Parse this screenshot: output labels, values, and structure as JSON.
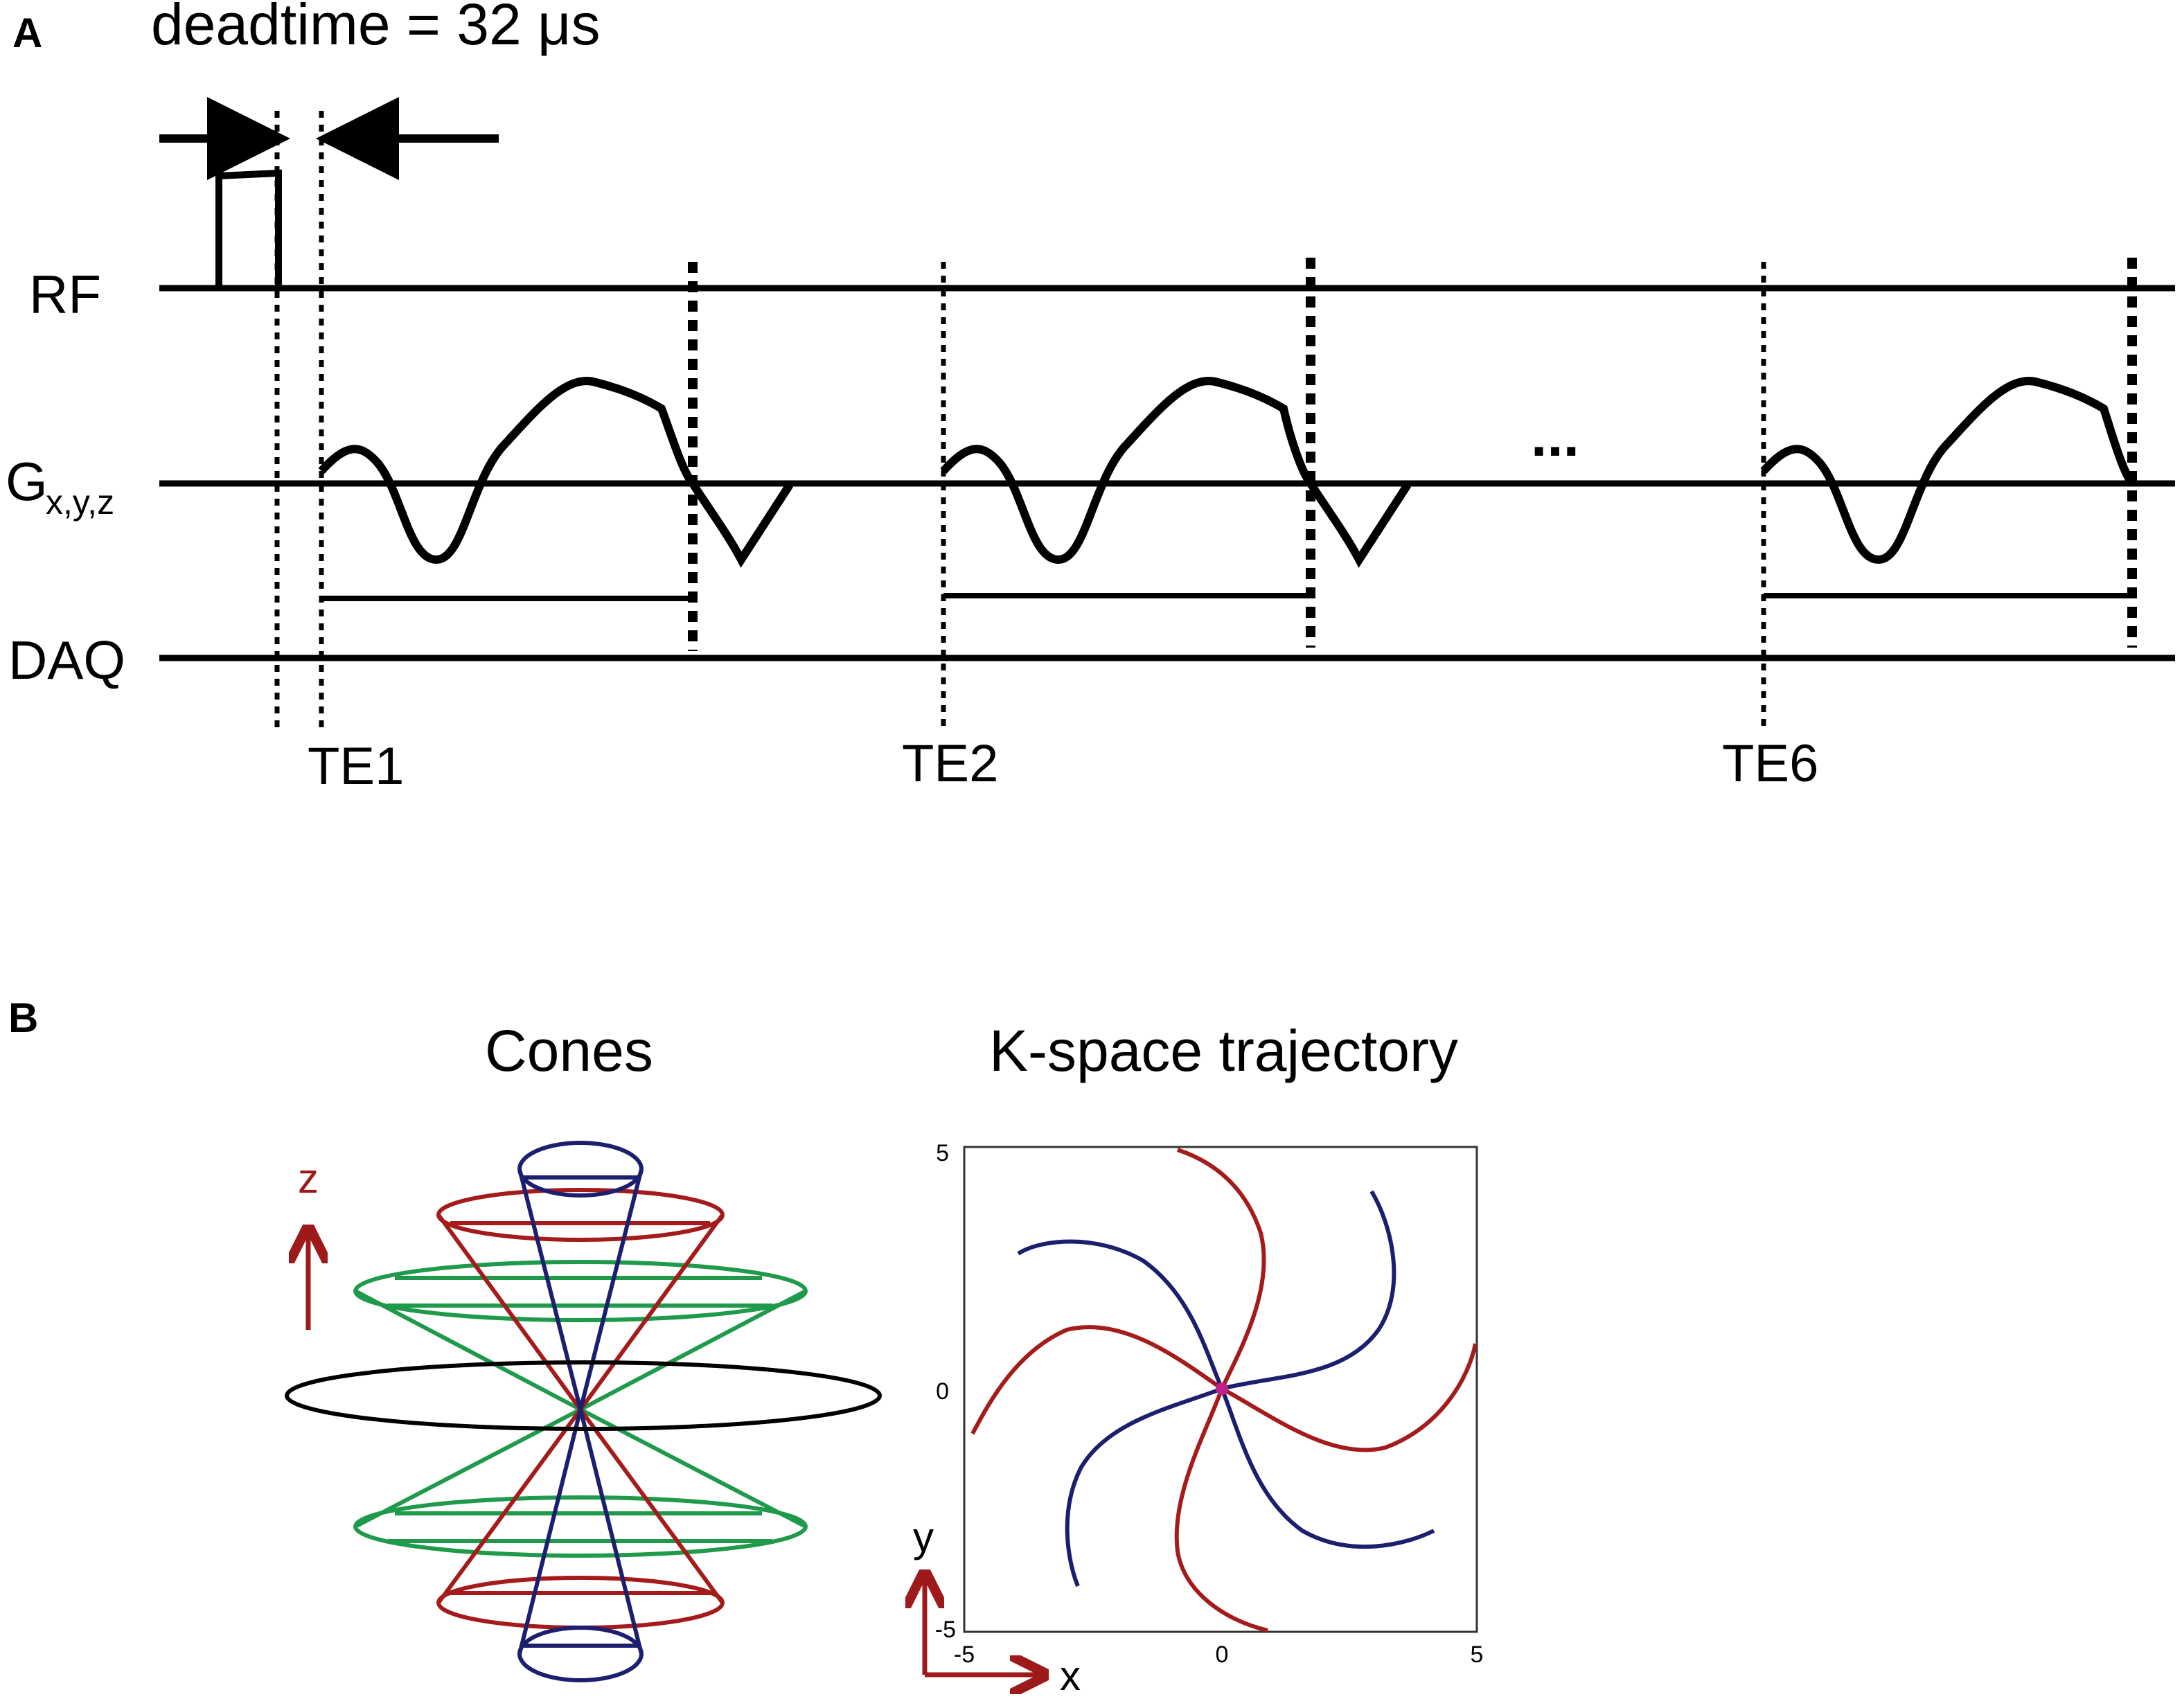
{
  "panel_a": {
    "label": "A",
    "deadtime_label": "deadtime = 32 μs",
    "rows": {
      "rf": "RF",
      "gradient": "G",
      "gradient_sub": "x,y,z",
      "daq": "DAQ"
    },
    "echo_labels": [
      "TE1",
      "TE2",
      "TE6"
    ],
    "ellipsis": "..."
  },
  "panel_b": {
    "label": "B",
    "cones_title": "Cones",
    "kspace_title": "K-space trajectory",
    "cones_axis": "z",
    "plot_axis_x": "x",
    "plot_axis_y": "y",
    "x_ticks": [
      "-5",
      "0",
      "5"
    ],
    "y_ticks": [
      "5",
      "0",
      "-5"
    ]
  },
  "colors": {
    "line": "#000000",
    "red": "#a51b1b",
    "blue": "#1c1f6e",
    "green": "#1f9a4a",
    "axis_arrow": "#9e1a1a",
    "center": "#c0208c"
  }
}
